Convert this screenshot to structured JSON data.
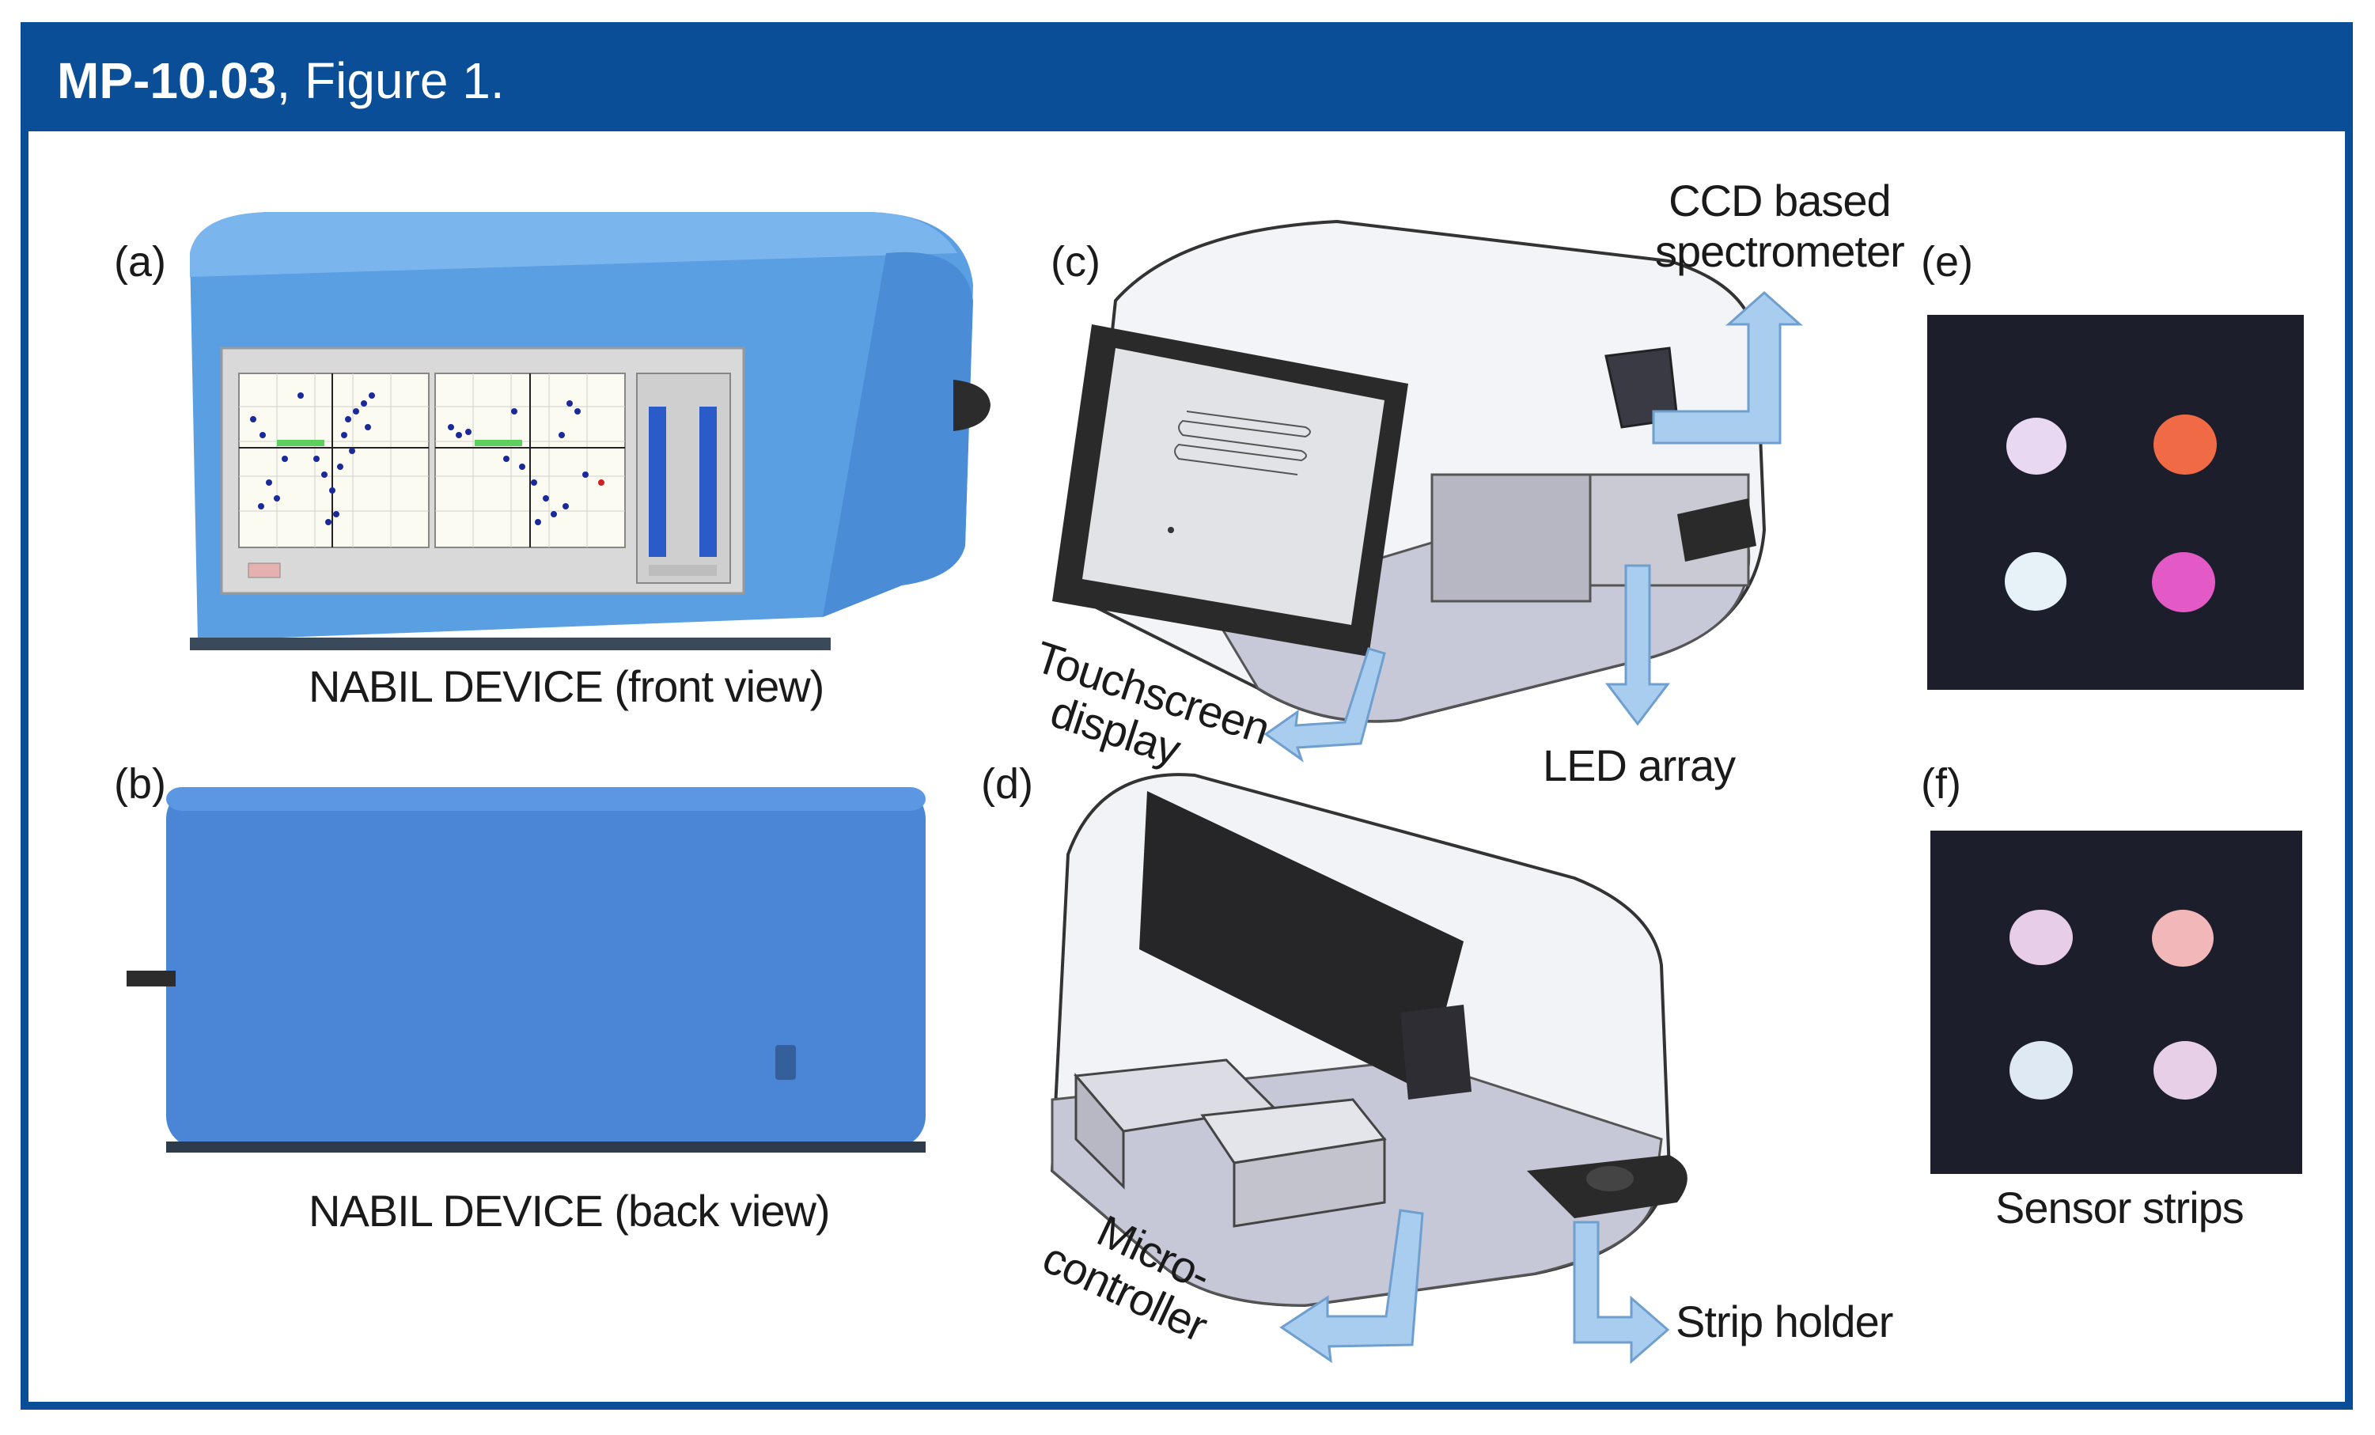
{
  "header": {
    "code": "MP-10.03",
    "rest": ", Figure 1."
  },
  "panels": {
    "a": "(a)",
    "b": "(b)",
    "c": "(c)",
    "d": "(d)",
    "e": "(e)",
    "f": "(f)"
  },
  "captions": {
    "front": "NABIL DEVICE (front view)",
    "back": "NABIL DEVICE (back view)",
    "sensor": "Sensor strips"
  },
  "callouts": {
    "ccd_line1": "CCD based",
    "ccd_line2": "spectrometer",
    "touch_line1": "Touchscreen",
    "touch_line2": "display",
    "led": "LED array",
    "micro_line1": "Micro-",
    "micro_line2": "controller",
    "strip": "Strip holder"
  },
  "colors": {
    "brand": "#0a4e97",
    "device_blue": "#5b9fe3",
    "device_dark": "#3f7fc9",
    "arrow": "#a9cdee"
  },
  "sensor_dots": {
    "e": [
      "#e9d8f2",
      "#f06a45",
      "#e6f2f8",
      "#e35ac6"
    ],
    "f": [
      "#e8cde8",
      "#f2b7b9",
      "#dfe9f3",
      "#e8cfe8"
    ]
  }
}
